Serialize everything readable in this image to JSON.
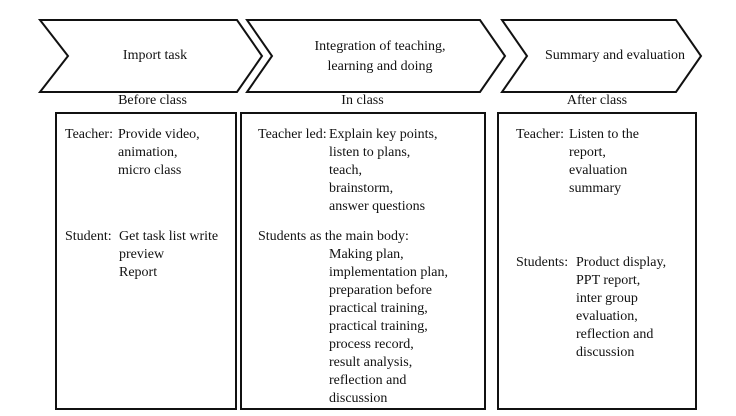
{
  "stages": [
    {
      "title_lines": [
        "Import task"
      ],
      "phase": "Before class"
    },
    {
      "title_lines": [
        "Integration of teaching,",
        "learning and doing"
      ],
      "phase": "In class"
    },
    {
      "title_lines": [
        "Summary and evaluation"
      ],
      "phase": "After class"
    }
  ],
  "panels": {
    "before": {
      "teacher": {
        "role": "Teacher:",
        "items": [
          "Provide video,",
          "animation,",
          "micro class"
        ]
      },
      "student": {
        "role": "Student:",
        "items": [
          "Get task list write",
          "preview",
          "Report"
        ]
      }
    },
    "in": {
      "teacher": {
        "role": "Teacher led:",
        "items": [
          "Explain key points,",
          "listen to plans,",
          "teach,",
          "brainstorm,",
          "answer questions"
        ]
      },
      "student": {
        "role": "Students as the main body:",
        "items": [
          "Making plan,",
          "implementation plan,",
          "preparation before",
          "practical training,",
          "practical training,",
          "process record,",
          "result analysis,",
          "reflection and",
          "discussion"
        ]
      }
    },
    "after": {
      "teacher": {
        "role": "Teacher:",
        "items": [
          "Listen to the",
          "report,",
          "evaluation",
          "summary"
        ]
      },
      "student": {
        "role": "Students:",
        "items": [
          "Product display,",
          "PPT report,",
          "inter group",
          "evaluation,",
          "reflection and",
          "discussion"
        ]
      }
    }
  }
}
